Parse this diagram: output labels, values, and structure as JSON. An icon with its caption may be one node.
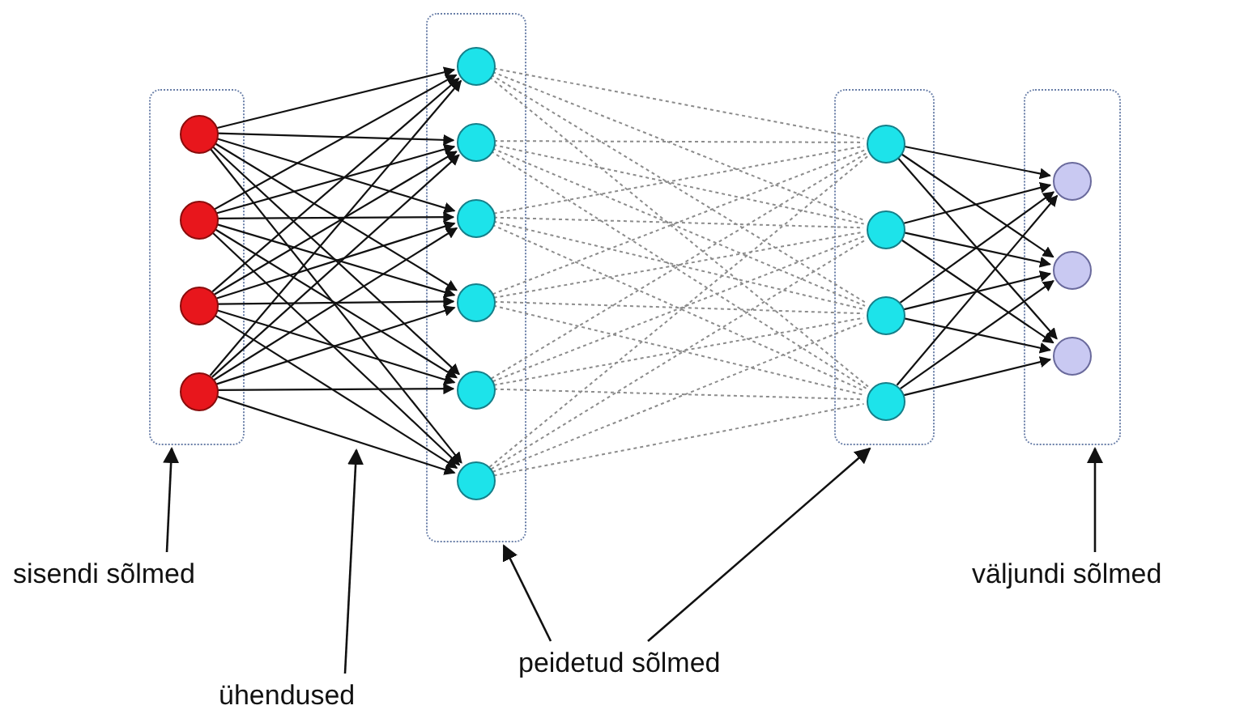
{
  "diagram": {
    "nodes": [
      {
        "text": [],
        "shape": "box"
      },
      {
        "text": [],
        "shape": "circle",
        "in": 0
      },
      {
        "text": [],
        "shape": "circle",
        "in": 0
      },
      {
        "text": [],
        "shape": "circle",
        "in": 0
      },
      {
        "text": [],
        "shape": "circle",
        "in": 0
      },
      {
        "text": [],
        "shape": "box"
      },
      {
        "text": [],
        "shape": "circle",
        "in": 5
      },
      {
        "text": [],
        "shape": "circle",
        "in": 5
      },
      {
        "text": [],
        "shape": "circle",
        "in": 5
      },
      {
        "text": [],
        "shape": "circle",
        "in": 5
      },
      {
        "text": [],
        "shape": "circle",
        "in": 5
      },
      {
        "text": [],
        "shape": "circle",
        "in": 5
      },
      {
        "text": [],
        "shape": "box"
      },
      {
        "text": [],
        "shape": "circle",
        "in": 12
      },
      {
        "text": [],
        "shape": "circle",
        "in": 12
      },
      {
        "text": [],
        "shape": "circle",
        "in": 12
      },
      {
        "text": [],
        "shape": "circle",
        "in": 12
      },
      {
        "text": [],
        "shape": "box"
      },
      {
        "text": [],
        "shape": "circle",
        "in": 17
      },
      {
        "text": [],
        "shape": "circle",
        "in": 17
      },
      {
        "text": [],
        "shape": "circle",
        "in": 17
      },
      {
        "text": [
          "sisendi sõlmed"
        ]
      },
      {
        "text": [
          "ühendused"
        ]
      },
      {
        "text": [
          "peidetud sõlmed"
        ]
      },
      {
        "text": [
          "väljundi sõlmed"
        ]
      }
    ],
    "edges": [
      {
        "from": 1,
        "to": 6,
        "arrow": "to"
      },
      {
        "from": 1,
        "to": 7,
        "arrow": "to"
      },
      {
        "from": 1,
        "to": 8,
        "arrow": "to"
      },
      {
        "from": 1,
        "to": 9,
        "arrow": "to"
      },
      {
        "from": 1,
        "to": 10,
        "arrow": "to"
      },
      {
        "from": 1,
        "to": 11,
        "arrow": "to"
      },
      {
        "from": 2,
        "to": 6,
        "arrow": "to"
      },
      {
        "from": 2,
        "to": 7,
        "arrow": "to"
      },
      {
        "from": 2,
        "to": 8,
        "arrow": "to"
      },
      {
        "from": 2,
        "to": 9,
        "arrow": "to"
      },
      {
        "from": 2,
        "to": 10,
        "arrow": "to"
      },
      {
        "from": 2,
        "to": 11,
        "arrow": "to"
      },
      {
        "from": 3,
        "to": 6,
        "arrow": "to"
      },
      {
        "from": 3,
        "to": 7,
        "arrow": "to"
      },
      {
        "from": 3,
        "to": 8,
        "arrow": "to"
      },
      {
        "from": 3,
        "to": 9,
        "arrow": "to"
      },
      {
        "from": 3,
        "to": 10,
        "arrow": "to"
      },
      {
        "from": 3,
        "to": 11,
        "arrow": "to"
      },
      {
        "from": 4,
        "to": 6,
        "arrow": "to"
      },
      {
        "from": 4,
        "to": 7,
        "arrow": "to"
      },
      {
        "from": 4,
        "to": 8,
        "arrow": "to"
      },
      {
        "from": 4,
        "to": 9,
        "arrow": "to"
      },
      {
        "from": 4,
        "to": 10,
        "arrow": "to"
      },
      {
        "from": 4,
        "to": 11,
        "arrow": "to"
      },
      {
        "from": 6,
        "to": 13,
        "arrow": "none",
        "style": "dashed",
        "color": "#8c8c8c"
      },
      {
        "from": 6,
        "to": 14,
        "arrow": "none",
        "style": "dashed",
        "color": "#8c8c8c"
      },
      {
        "from": 6,
        "to": 15,
        "arrow": "none",
        "style": "dashed",
        "color": "#8c8c8c"
      },
      {
        "from": 6,
        "to": 16,
        "arrow": "none",
        "style": "dashed",
        "color": "#8c8c8c"
      },
      {
        "from": 7,
        "to": 13,
        "arrow": "none",
        "style": "dashed",
        "color": "#8c8c8c"
      },
      {
        "from": 7,
        "to": 14,
        "arrow": "none",
        "style": "dashed",
        "color": "#8c8c8c"
      },
      {
        "from": 7,
        "to": 15,
        "arrow": "none",
        "style": "dashed",
        "color": "#8c8c8c"
      },
      {
        "from": 7,
        "to": 16,
        "arrow": "none",
        "style": "dashed",
        "color": "#8c8c8c"
      },
      {
        "from": 8,
        "to": 13,
        "arrow": "none",
        "style": "dashed",
        "color": "#8c8c8c"
      },
      {
        "from": 8,
        "to": 14,
        "arrow": "none",
        "style": "dashed",
        "color": "#8c8c8c"
      },
      {
        "from": 8,
        "to": 15,
        "arrow": "none",
        "style": "dashed",
        "color": "#8c8c8c"
      },
      {
        "from": 8,
        "to": 16,
        "arrow": "none",
        "style": "dashed",
        "color": "#8c8c8c"
      },
      {
        "from": 9,
        "to": 13,
        "arrow": "none",
        "style": "dashed",
        "color": "#8c8c8c"
      },
      {
        "from": 9,
        "to": 14,
        "arrow": "none",
        "style": "dashed",
        "color": "#8c8c8c"
      },
      {
        "from": 9,
        "to": 15,
        "arrow": "none",
        "style": "dashed",
        "color": "#8c8c8c"
      },
      {
        "from": 9,
        "to": 16,
        "arrow": "none",
        "style": "dashed",
        "color": "#8c8c8c"
      },
      {
        "from": 10,
        "to": 13,
        "arrow": "none",
        "style": "dashed",
        "color": "#8c8c8c"
      },
      {
        "from": 10,
        "to": 14,
        "arrow": "none",
        "style": "dashed",
        "color": "#8c8c8c"
      },
      {
        "from": 10,
        "to": 15,
        "arrow": "none",
        "style": "dashed",
        "color": "#8c8c8c"
      },
      {
        "from": 10,
        "to": 16,
        "arrow": "none",
        "style": "dashed",
        "color": "#8c8c8c"
      },
      {
        "from": 11,
        "to": 13,
        "arrow": "none",
        "style": "dashed",
        "color": "#8c8c8c"
      },
      {
        "from": 11,
        "to": 14,
        "arrow": "none",
        "style": "dashed",
        "color": "#8c8c8c"
      },
      {
        "from": 11,
        "to": 15,
        "arrow": "none",
        "style": "dashed",
        "color": "#8c8c8c"
      },
      {
        "from": 11,
        "to": 16,
        "arrow": "none",
        "style": "dashed",
        "color": "#8c8c8c"
      },
      {
        "from": 13,
        "to": 18,
        "arrow": "to"
      },
      {
        "from": 13,
        "to": 19,
        "arrow": "to"
      },
      {
        "from": 13,
        "to": 20,
        "arrow": "to"
      },
      {
        "from": 14,
        "to": 18,
        "arrow": "to"
      },
      {
        "from": 14,
        "to": 19,
        "arrow": "to"
      },
      {
        "from": 14,
        "to": 20,
        "arrow": "to"
      },
      {
        "from": 15,
        "to": 18,
        "arrow": "to"
      },
      {
        "from": 15,
        "to": 19,
        "arrow": "to"
      },
      {
        "from": 15,
        "to": 20,
        "arrow": "to"
      },
      {
        "from": 16,
        "to": 18,
        "arrow": "to"
      },
      {
        "from": 16,
        "to": 19,
        "arrow": "to"
      },
      {
        "from": 16,
        "to": 20,
        "arrow": "to"
      },
      {
        "from": 21,
        "to": 0,
        "arrow": "to"
      },
      {
        "from": 22,
        "to": null,
        "arrow": "to"
      },
      {
        "from": 23,
        "to": 5,
        "arrow": "to"
      },
      {
        "from": 23,
        "to": 12,
        "arrow": "to"
      },
      {
        "from": 24,
        "to": 17,
        "arrow": "to"
      }
    ]
  }
}
